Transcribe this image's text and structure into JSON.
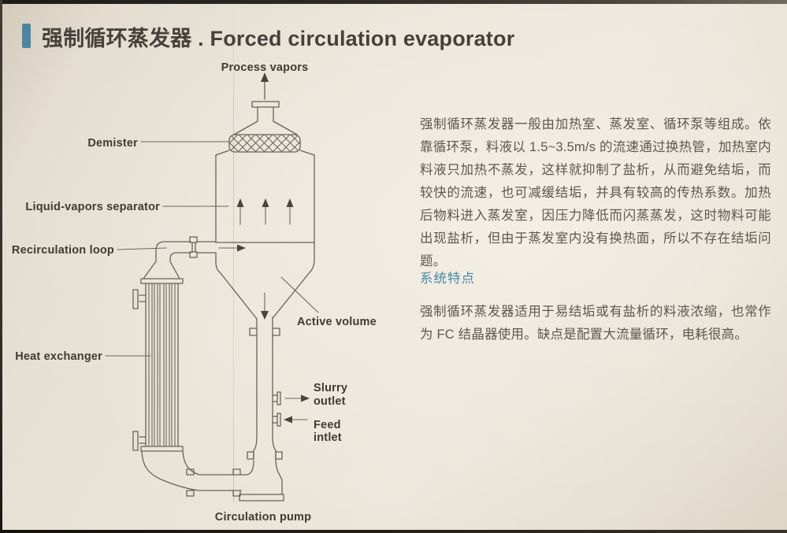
{
  "page": {
    "title": "强制循环蒸发器 . Forced circulation evaporator",
    "paper_color": "#eae4d8",
    "accent_color": "#4e86a2",
    "ink_color": "#5e574e",
    "line_color": "#6a6157"
  },
  "diagram": {
    "labels": {
      "process_vapors": "Process vapors",
      "demister": "Demister",
      "liquid_vapors_separator": "Liquid-vapors separator",
      "recirculation_loop": "Recirculation loop",
      "heat_exchanger": "Heat exchanger",
      "active_volume": "Active volume",
      "slurry_outlet": [
        "Slurry",
        "outlet"
      ],
      "feed_inlet": [
        "Feed",
        "intlet"
      ],
      "circulation_pump": "Circulation pump"
    }
  },
  "content": {
    "intro_paragraph": "强制循环蒸发器一般由加热室、蒸发室、循环泵等组成。依靠循环泵，料液以 1.5~3.5m/s 的流速通过换热管，加热室内料液只加热不蒸发，这样就抑制了盐析，从而避免结垢，而较快的流速，也可减缓结垢，并具有较高的传热系数。加热后物料进入蒸发室，因压力降低而闪蒸蒸发，这时物料可能出现盐析，但由于蒸发室内没有换热面，所以不存在结垢问题。",
    "section_heading": "系统特点",
    "features_paragraph": "强制循环蒸发器适用于易结垢或有盐析的料液浓缩，也常作为 FC 结晶器使用。缺点是配置大流量循环，电耗很高。"
  }
}
